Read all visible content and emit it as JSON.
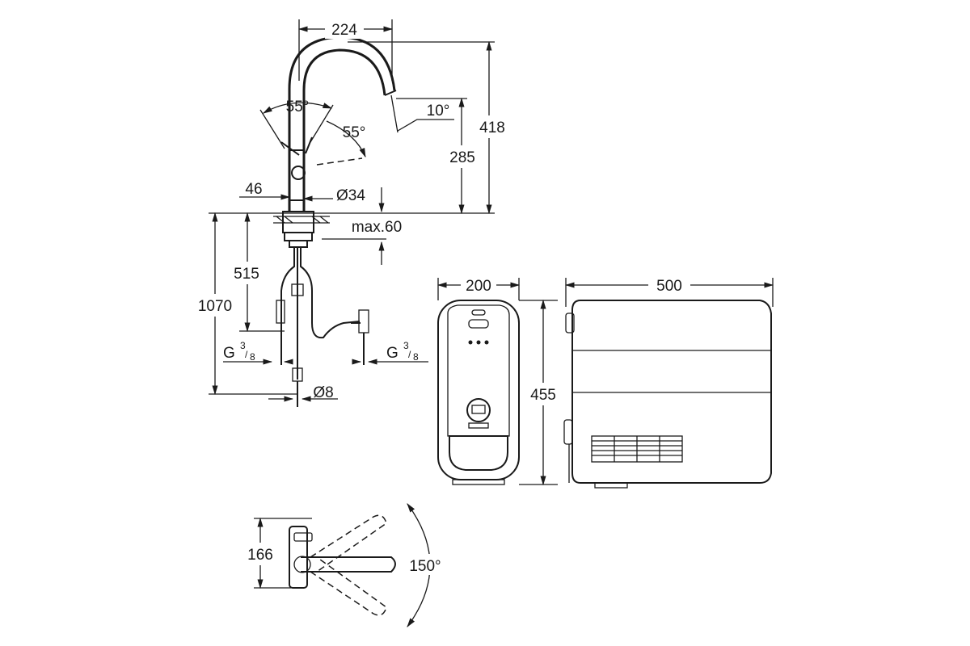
{
  "dimensions": {
    "faucet_reach": "224",
    "faucet_height": "418",
    "spout_height": "285",
    "lever_angle_left": "55°",
    "lever_angle_right": "55°",
    "spout_tilt": "10°",
    "lever_offset": "46",
    "base_diameter": "Ø34",
    "max_counter": "max.60",
    "hose_length_short": "515",
    "hose_length_total": "1070",
    "connection_left": "G",
    "connection_right": "G",
    "thread_num": "3",
    "thread_den": "8",
    "tube_diameter": "Ø8",
    "boiler_width": "200",
    "boiler_height": "455",
    "boiler_depth": "500",
    "top_depth": "166",
    "swivel_angle": "150°"
  },
  "colors": {
    "line": "#1a1a1a",
    "background": "#ffffff"
  }
}
